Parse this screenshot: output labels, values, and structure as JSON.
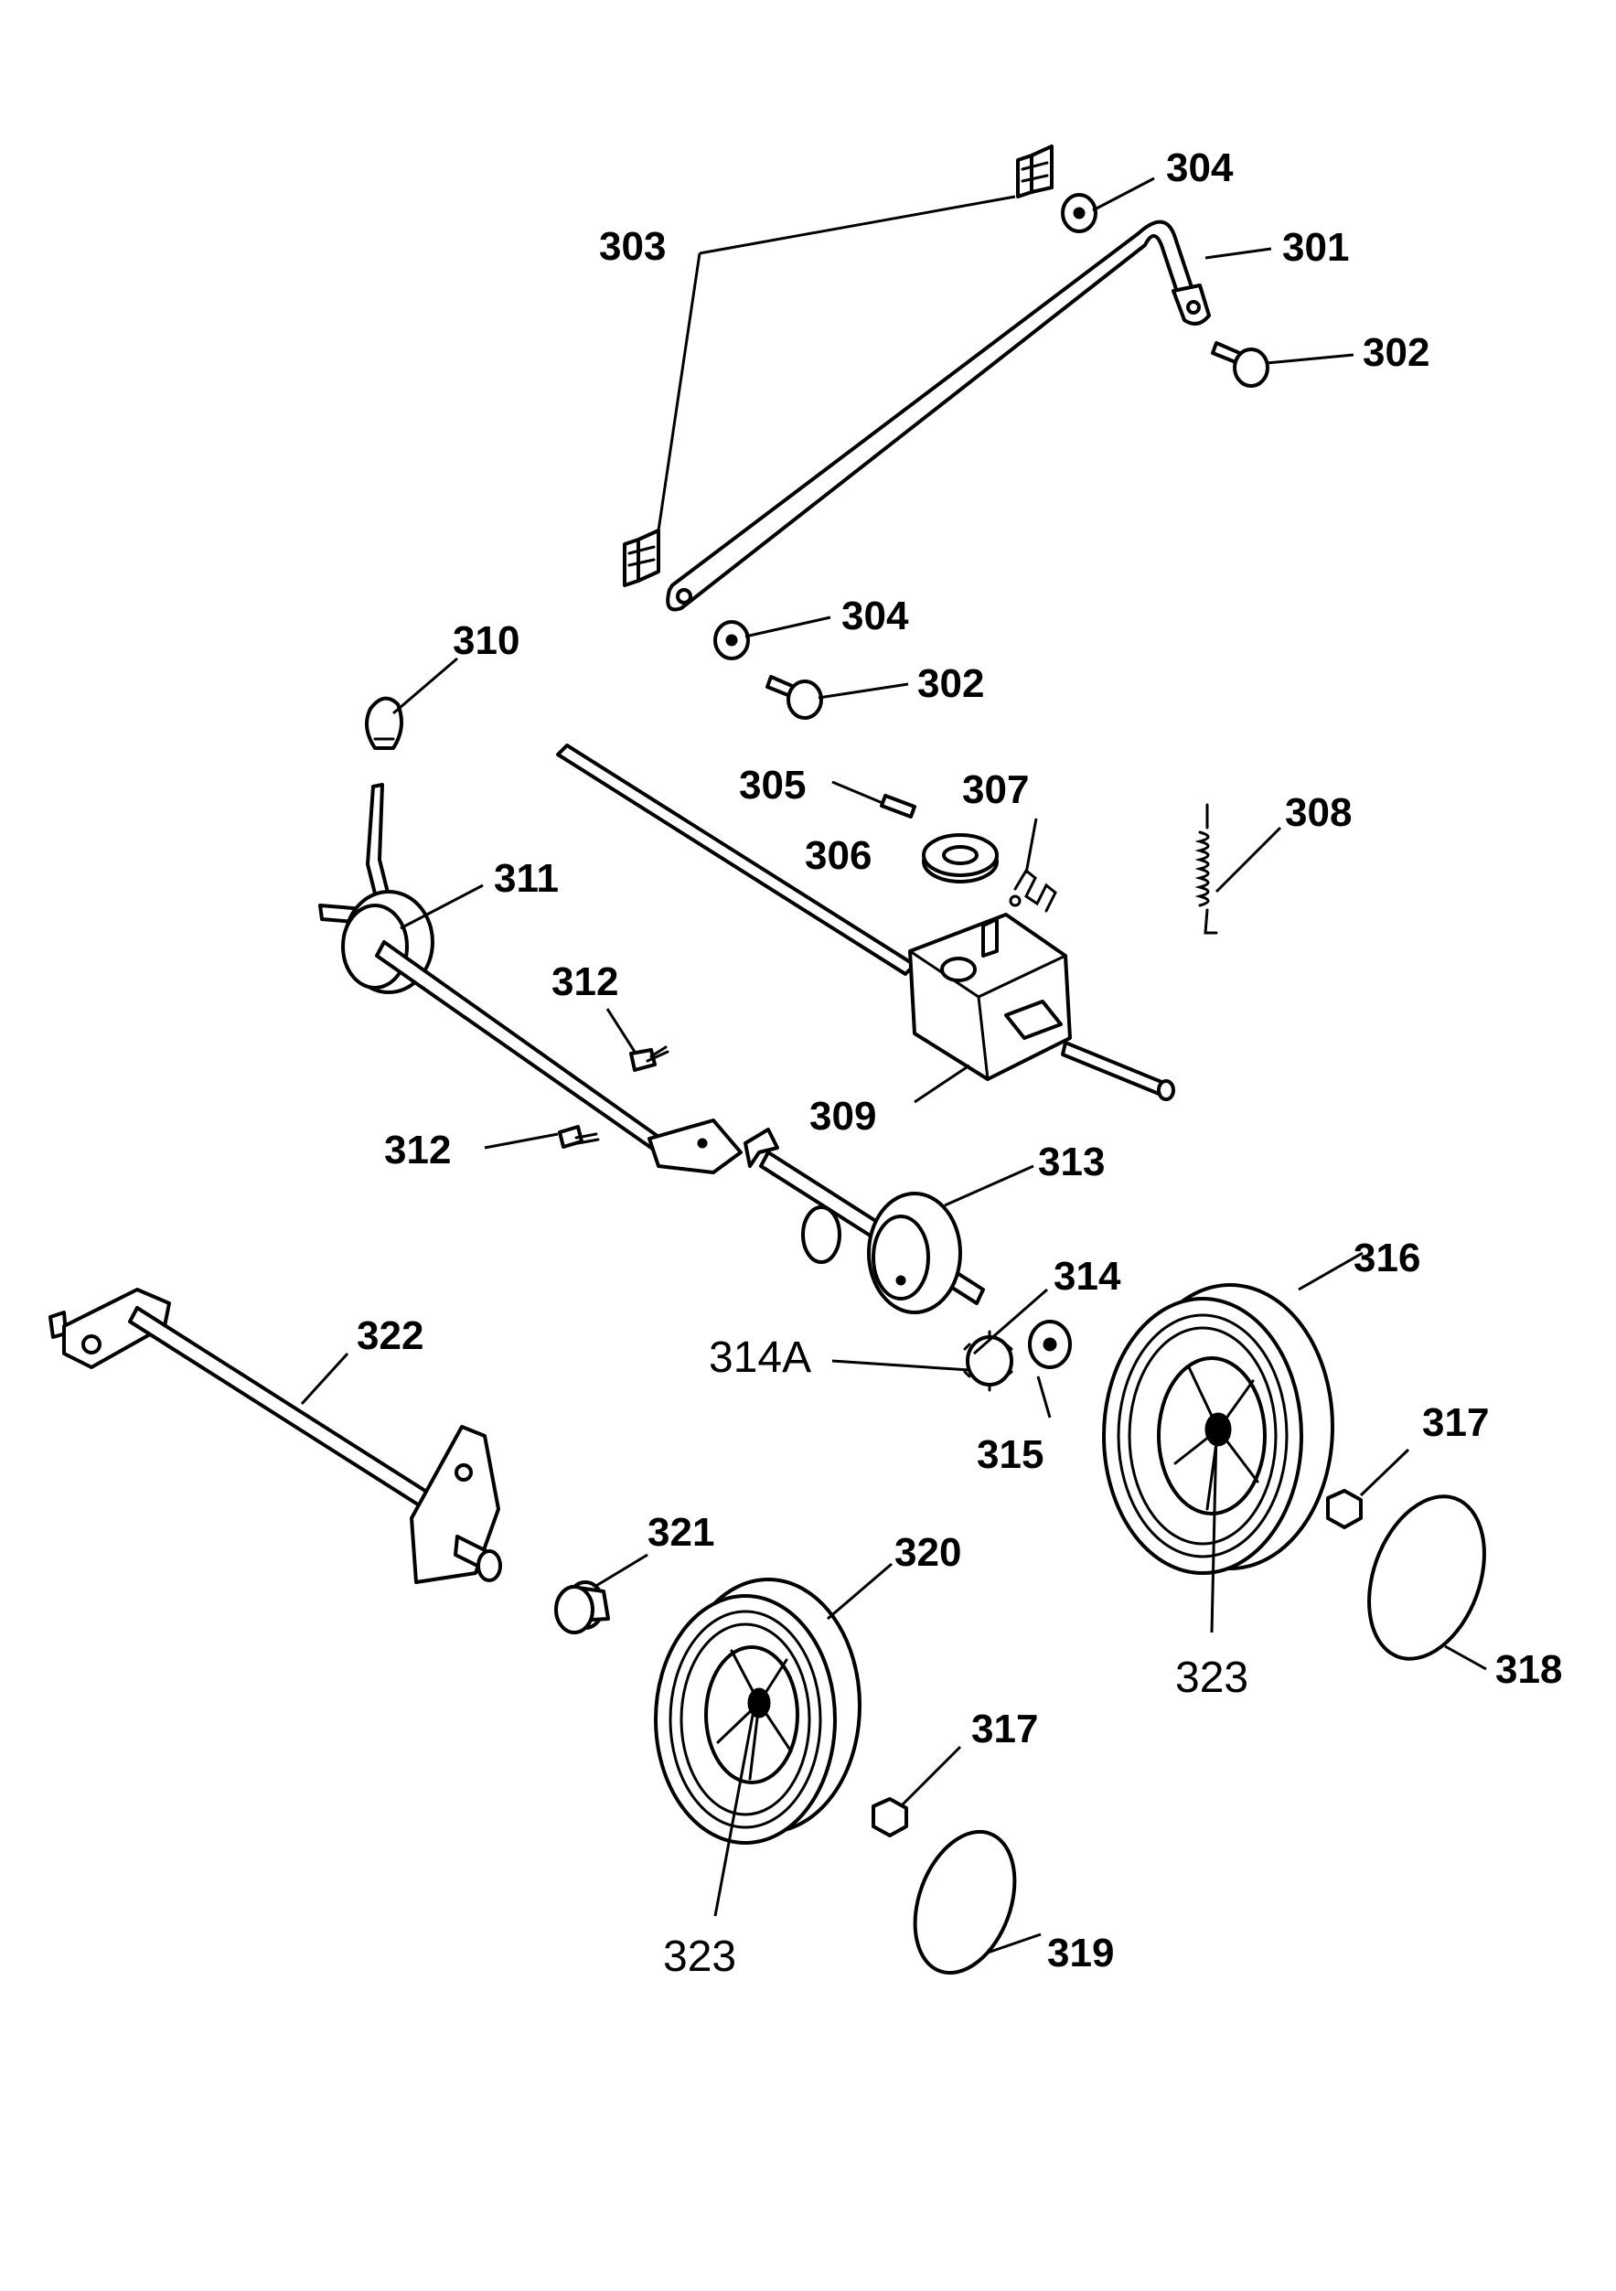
{
  "diagram": {
    "labels": {
      "l301": "301",
      "l302a": "302",
      "l302b": "302",
      "l303": "303",
      "l304a": "304",
      "l304b": "304",
      "l305": "305",
      "l306": "306",
      "l307": "307",
      "l308": "308",
      "l309": "309",
      "l310": "310",
      "l311": "311",
      "l312a": "312",
      "l312b": "312",
      "l313": "313",
      "l314": "314",
      "l314a": "314A",
      "l315": "315",
      "l316": "316",
      "l317a": "317",
      "l317b": "317",
      "l318": "318",
      "l319": "319",
      "l320": "320",
      "l321": "321",
      "l322": "322",
      "l323a": "323",
      "l323b": "323"
    }
  }
}
